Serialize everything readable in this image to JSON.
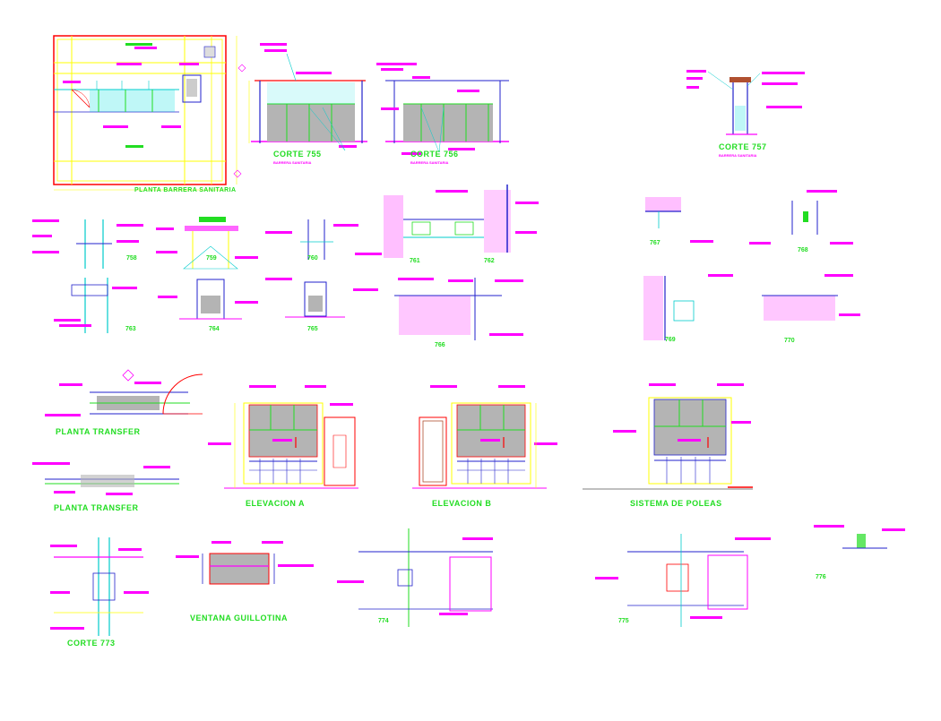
{
  "colors": {
    "background": "#ffffff",
    "wall_red": "#ff0000",
    "dim_yellow": "#ffff00",
    "text_magenta": "#ff00ff",
    "leader_cyan": "#00cccc",
    "title_green": "#22dd22",
    "line_blue": "#2222cc",
    "fill_gray": "#b4b4b4"
  },
  "drawings": {
    "planta_barrera": {
      "title": "PLANTA BARRERA SANITARIA"
    },
    "corte_755": {
      "title": "CORTE 755",
      "subtitle": "BARRERA SANITARIA"
    },
    "corte_756": {
      "title": "CORTE 756",
      "subtitle": "BARRERA SANITARIA"
    },
    "corte_757": {
      "title": "CORTE 757",
      "subtitle": "BARRERA SANITARIA"
    },
    "det_758": {
      "number": "758"
    },
    "det_759": {
      "number": "759"
    },
    "det_760": {
      "number": "760"
    },
    "det_761": {
      "number": "761"
    },
    "det_762": {
      "number": "762"
    },
    "det_763": {
      "number": "763"
    },
    "det_764": {
      "number": "764"
    },
    "det_765": {
      "number": "765"
    },
    "det_766": {
      "number": "766"
    },
    "det_767": {
      "number": "767"
    },
    "det_768": {
      "number": "768"
    },
    "det_769": {
      "number": "769"
    },
    "det_770": {
      "number": "770"
    },
    "planta_transfer_1": {
      "title": "PLANTA TRANSFER"
    },
    "planta_transfer_2": {
      "title": "PLANTA TRANSFER"
    },
    "elevacion_a": {
      "title": "ELEVACION A"
    },
    "elevacion_b": {
      "title": "ELEVACION B"
    },
    "sistema_poleas": {
      "title": "SISTEMA DE POLEAS"
    },
    "corte_773": {
      "title": "CORTE 773"
    },
    "ventana_guillotina": {
      "title": "VENTANA GUILLOTINA"
    },
    "det_774": {
      "number": "774"
    },
    "det_775": {
      "number": "775"
    },
    "det_776": {
      "number": "776"
    }
  }
}
